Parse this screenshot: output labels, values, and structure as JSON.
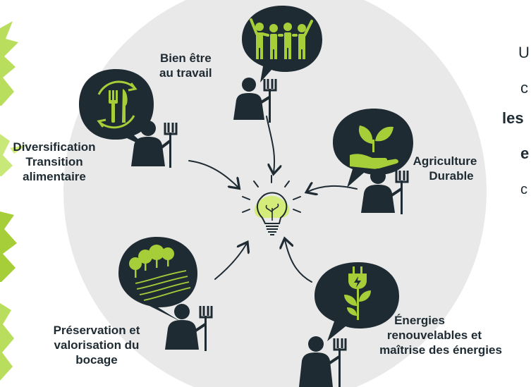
{
  "colors": {
    "background_circle": "#e9e9e9",
    "dark": "#1f2b33",
    "accent_green": "#a6ce39",
    "light_green": "#d4ec7a"
  },
  "center": {
    "icon": "lightbulb-with-plant-icon"
  },
  "themes": [
    {
      "id": "bien-etre",
      "lines": [
        "Bien être",
        "au travail"
      ],
      "icon": "people-cheering-icon"
    },
    {
      "id": "diversification",
      "lines": [
        "Diversification",
        "Transition",
        "alimentaire"
      ],
      "icon": "fork-knife-cycle-icon"
    },
    {
      "id": "agriculture",
      "lines": [
        "Agriculture",
        "Durable"
      ],
      "icon": "hand-holding-sprout-icon"
    },
    {
      "id": "bocage",
      "lines": [
        "Préservation et",
        "valorisation du",
        "bocage"
      ],
      "icon": "trees-hedgerow-icon"
    },
    {
      "id": "energies",
      "lines": [
        "Énergies",
        "renouvelables et",
        "maîtrise des énergies"
      ],
      "icon": "plug-plant-icon"
    }
  ],
  "right_text": [
    "U",
    "c",
    "les",
    "e",
    "c"
  ]
}
